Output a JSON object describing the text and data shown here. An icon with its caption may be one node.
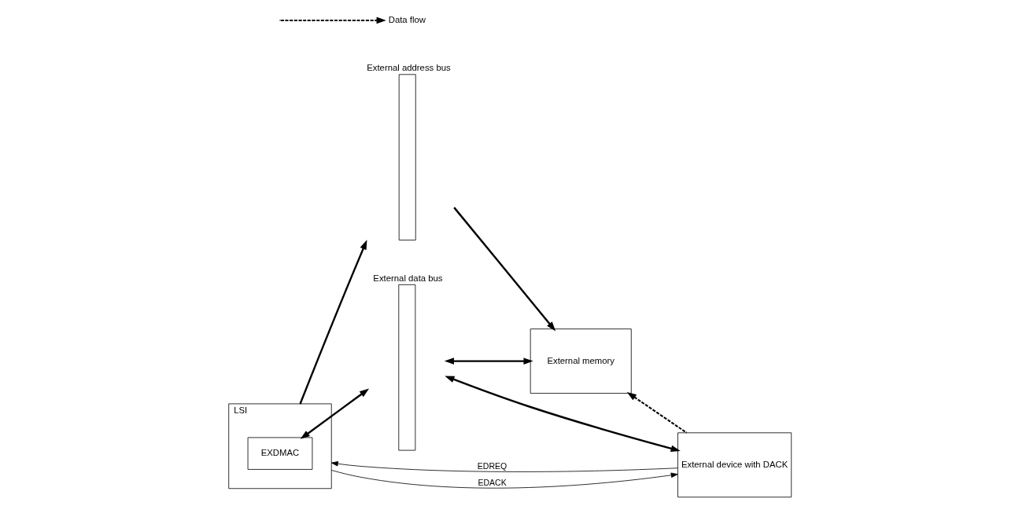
{
  "diagram": {
    "nodes": [
      {
        "text": [
          "LSI"
        ]
      },
      {
        "text": [
          "EXDMAC"
        ],
        "in": 0
      },
      {
        "text": [
          "External address bus"
        ]
      },
      {
        "text": [
          "External data bus"
        ]
      },
      {
        "text": [
          "External memory"
        ]
      },
      {
        "text": [
          "External device with DACK"
        ]
      }
    ],
    "edges": [
      {
        "from": 0,
        "to": 2,
        "arrow": "to"
      },
      {
        "from": 2,
        "to": 4,
        "arrow": "to"
      },
      {
        "from": 1,
        "to": 3,
        "arrow": "both"
      },
      {
        "from": 3,
        "to": 4,
        "arrow": "both"
      },
      {
        "from": 3,
        "to": 5,
        "arrow": "both"
      },
      {
        "from": 5,
        "to": 4,
        "arrow": "to",
        "style": "dashed"
      },
      {
        "from": 5,
        "to": 0,
        "arrow": "to",
        "label": "EDREQ"
      },
      {
        "from": 0,
        "to": 5,
        "arrow": "to",
        "label": "EDACK"
      }
    ],
    "legend": [
      {
        "text": "Data flow"
      }
    ]
  }
}
